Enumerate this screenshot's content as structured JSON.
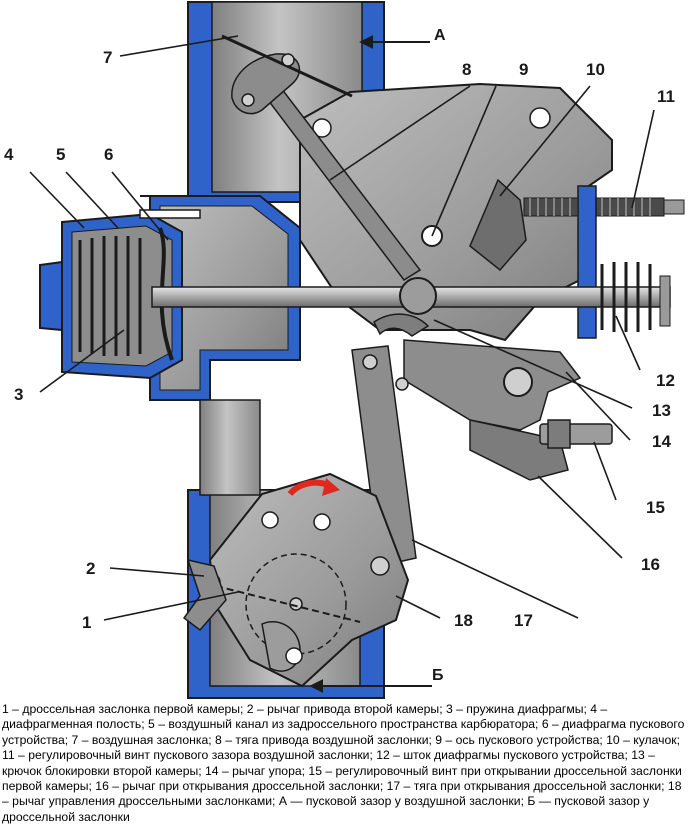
{
  "labels": {
    "n1": "1",
    "n2": "2",
    "n3": "3",
    "n4": "4",
    "n5": "5",
    "n6": "6",
    "n7": "7",
    "n8": "8",
    "n9": "9",
    "n10": "10",
    "n11": "11",
    "n12": "12",
    "n13": "13",
    "n14": "14",
    "n15": "15",
    "n16": "16",
    "n17": "17",
    "n18": "18",
    "a": "А",
    "b": "Б"
  },
  "caption": [
    "1 – дроссельная заслонка первой камеры; 2 – рычаг привода второй камеры; 3 – пружина диафрагмы; 4 – ",
    "диафрагменная полость; 5 – воздушный канал из задроссельного пространства карбюратора; 6 – диафрагма ",
    "пускового устройства; 7 – воздушная заслонка; 8 – тяга привода воздушной заслонки; 9 – ось пускового устройства; ",
    "10 – кулачок; 11 – регулировочный винт пускового зазора воздушной заслонки; 12 – шток диафрагмы пускового ",
    "устройства; 13 – крючок блокировки второй камеры; 14 – рычаг упора; 15 – регулировочный винт при открывании ",
    "дроссельной заслонки первой камеры; 16 – рычаг при открывания дроссельной заслонки; 17 – тяга при ",
    "открывания дроссельной заслонки; 18 – рычаг управления дроссельными заслонками; А — пусковой зазор у ",
    "воздушной заслонки; Б — пусковой зазор у дроссельной заслонки"
  ],
  "colors": {
    "housing": "#2f63c9",
    "metal": "#9c9c9c",
    "metal_dark": "#6e6e6e",
    "outline": "#1b1b1b",
    "arrow": "#e0281e"
  }
}
